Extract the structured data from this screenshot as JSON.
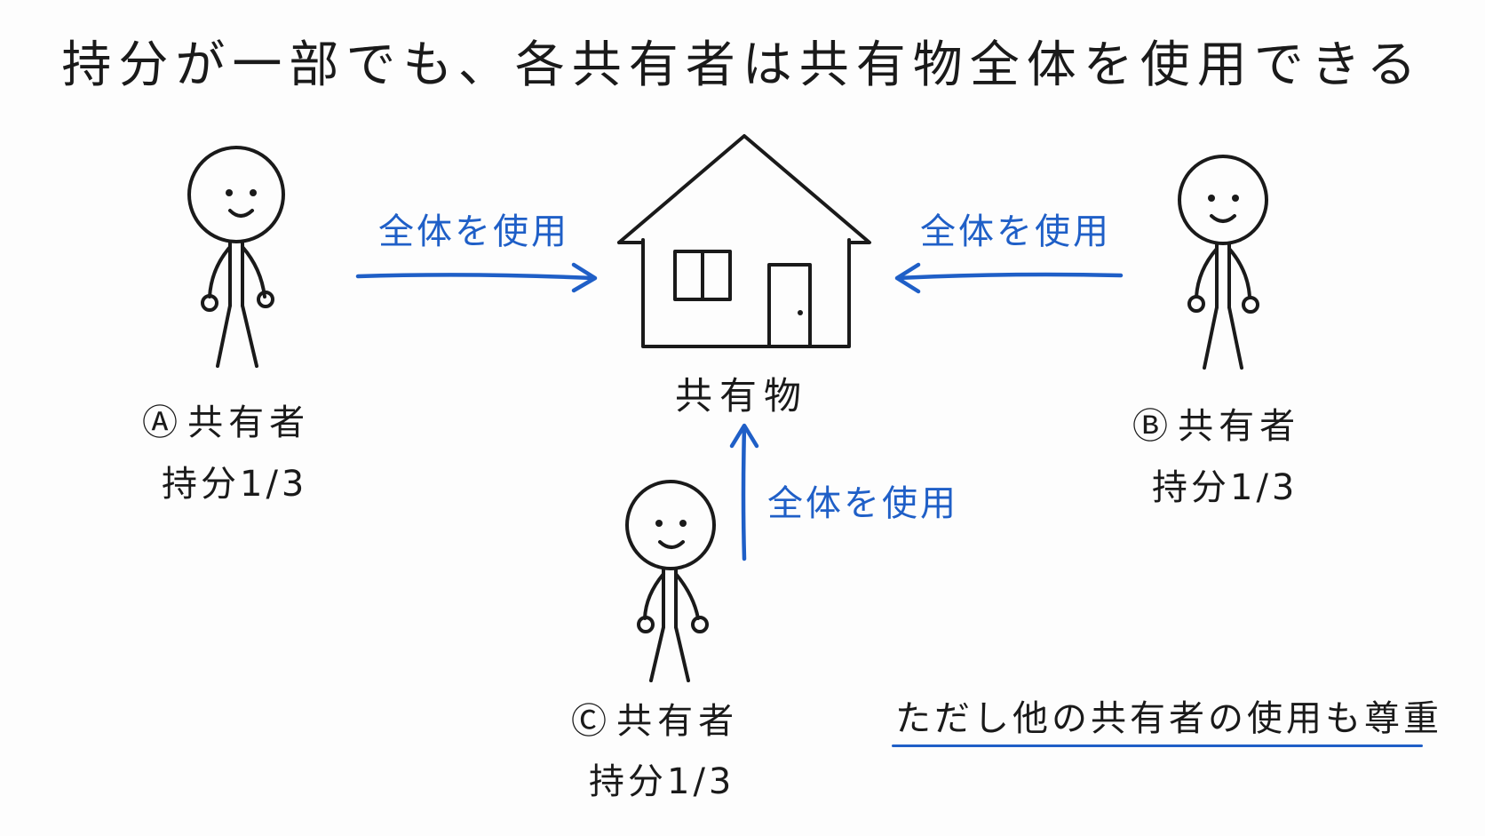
{
  "title": "持分が一部でも、各共有者は共有物全体を使用できる",
  "house": {
    "label": "共有物"
  },
  "owners": [
    {
      "id": "A",
      "mark": "Ⓐ",
      "role": "共有者",
      "share": "持分1/3"
    },
    {
      "id": "B",
      "mark": "Ⓑ",
      "role": "共有者",
      "share": "持分1/3"
    },
    {
      "id": "C",
      "mark": "Ⓒ",
      "role": "共有者",
      "share": "持分1/3"
    }
  ],
  "arrows": {
    "a_label": "全体を使用",
    "b_label": "全体を使用",
    "c_label": "全体を使用"
  },
  "note": "ただし他の共有者の使用も尊重",
  "colors": {
    "ink": "#1a1a1a",
    "accent": "#1f5fc7",
    "background": "#fdfdfd"
  }
}
